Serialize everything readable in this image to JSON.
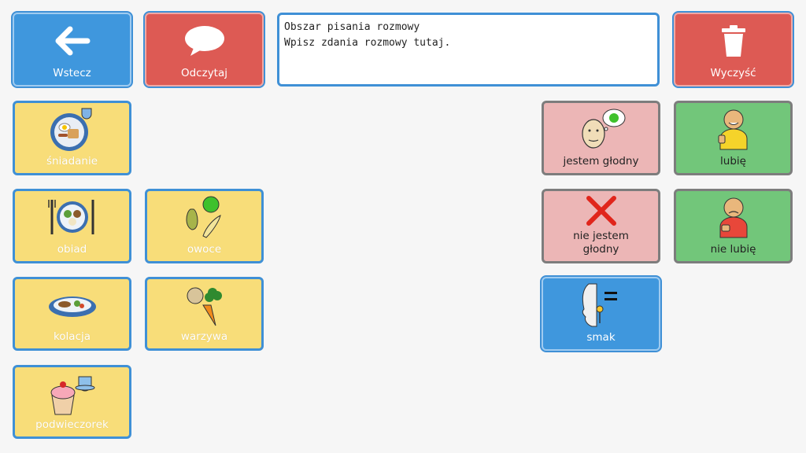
{
  "toolbar": {
    "back_label": "Wstecz",
    "read_label": "Odczytaj",
    "clear_label": "Wyczyść"
  },
  "message_area": {
    "title": "Obszar pisania rozmowy",
    "placeholder": "Wpisz zdania rozmowy tutaj."
  },
  "categories": [
    {
      "label": "śniadanie",
      "icon": "breakfast-icon"
    },
    {
      "label": "obiad",
      "icon": "dinner-icon"
    },
    {
      "label": "owoce",
      "icon": "fruit-icon"
    },
    {
      "label": "kolacja",
      "icon": "supper-icon"
    },
    {
      "label": "warzywa",
      "icon": "vegetables-icon"
    },
    {
      "label": "podwieczorek",
      "icon": "afternoon-tea-icon"
    }
  ],
  "phrases": [
    {
      "label": "jestem głodny",
      "icon": "hungry-face-icon"
    },
    {
      "label": "lubię",
      "icon": "thumbs-up-person-icon"
    },
    {
      "label": "nie jestem głodny",
      "icon": "red-x-icon"
    },
    {
      "label": "nie lubię",
      "icon": "thumbs-down-person-icon"
    },
    {
      "label": "smak",
      "icon": "taste-icon"
    }
  ],
  "colors": {
    "nav_blue": "#3f97dd",
    "nav_red": "#dd5a54",
    "category_yellow": "#f8dd79",
    "phrase_pink": "#ecb6b6",
    "phrase_green": "#72c67a"
  }
}
